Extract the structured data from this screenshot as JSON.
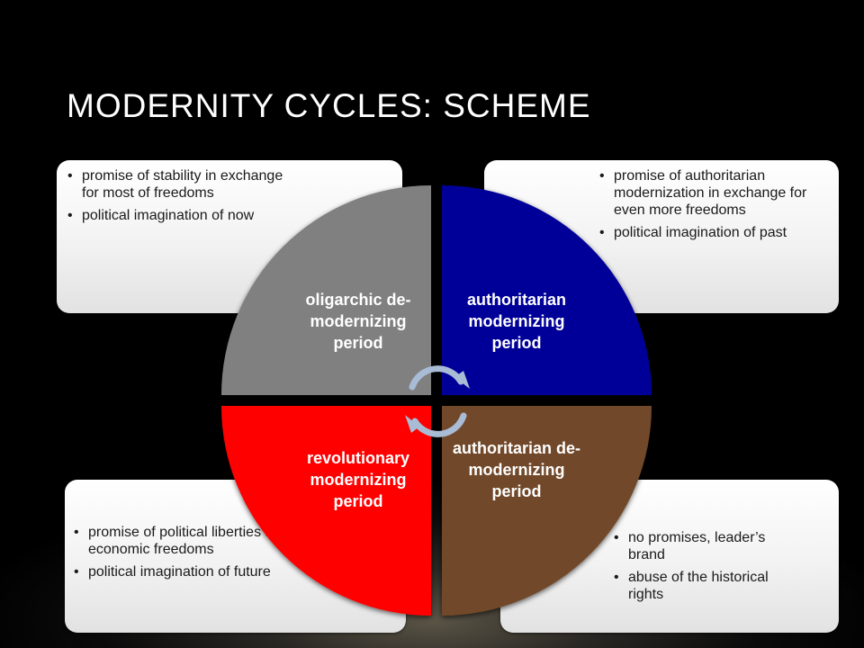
{
  "title": "MODERNITY CYCLES: SCHEME",
  "quadrants": {
    "top_left": {
      "label": "oligarchic de-modernizing period",
      "color": "#808080",
      "bullets": [
        "promise of stability in exchange for most of freedoms",
        "political imagination of now"
      ]
    },
    "top_right": {
      "label": "authoritarian modernizing period",
      "color": "#000099",
      "bullets": [
        "promise of authoritarian modernization in exchange for even more freedoms",
        "political imagination of past"
      ]
    },
    "bottom_left": {
      "label": "revolutionary modernizing period",
      "color": "#ff0000",
      "bullets": [
        "promise of political liberties and economic freedoms",
        "political imagination of future"
      ]
    },
    "bottom_right": {
      "label": "authoritarian de-modernizing period",
      "color": "#71492a",
      "bullets": [
        "no promises, leader’s brand",
        "abuse of the historical rights"
      ]
    }
  },
  "arrow_color": "#a9bcd6"
}
